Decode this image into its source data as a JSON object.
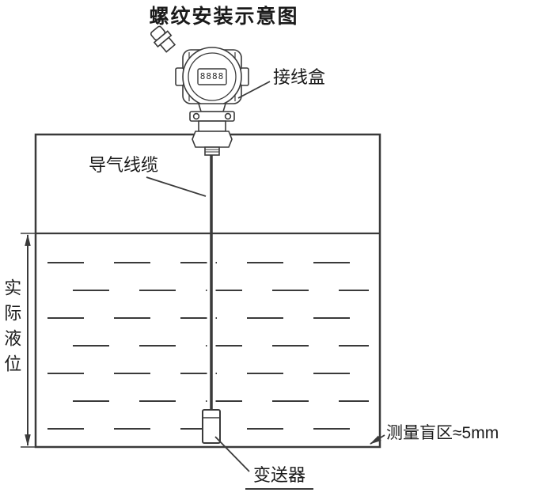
{
  "title": "螺纹安装示意图",
  "device": {
    "display_value": "8888"
  },
  "labels": {
    "junction_box": "接线盒",
    "air_cable": "导气线缆",
    "actual_level": "实际液位",
    "blind_zone": "测量盲区≈5mm",
    "transmitter": "变送器"
  },
  "colors": {
    "line": "#3a3a3a",
    "text": "#1a1a1a",
    "background": "#ffffff"
  }
}
